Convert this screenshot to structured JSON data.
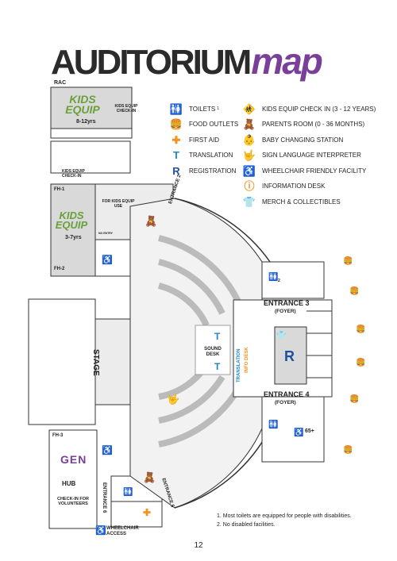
{
  "title": {
    "part1": "AUDITORIUM",
    "part2": "map"
  },
  "colors": {
    "purple": "#7a3f98",
    "blue": "#1f86c8",
    "orange": "#f39221",
    "green": "#6aa03a",
    "hall": "#d9d9d9",
    "seat": "#ececec"
  },
  "rooms": {
    "rac": "RAC",
    "kids_equip_top": "KIDS EQUIP",
    "age_top": "8-12yrs",
    "kids_checkin_top": "KIDS EQUIP CHECK-IN",
    "kids_checkin_mid": "KIDS EQUIP CHECK-IN",
    "fh1": "FH-1",
    "fh2": "FH-2",
    "kids_equip_mid": "KIDS EQUIP",
    "age_mid": "3-7yrs",
    "for_kids_equip": "FOR KIDS EQUIP USE",
    "no_entry": "NO ENTRY",
    "stage": "STAGE",
    "sound_desk": "SOUND DESK",
    "translation_info": "TRANSLATION",
    "info_desk_text": "INFO DESK",
    "fh3": "FH-3",
    "hub": "HUB",
    "hub_logo": "GEN",
    "checkin_volunteers": "CHECK-IN FOR VOLUNTEERS",
    "wheelchair_access": "WHEELCHAIR ACCESS",
    "sixty_five": "65+",
    "toilet_note": "2"
  },
  "entrances": {
    "e2": "ENTRANCE 2",
    "e3": "ENTRANCE 3",
    "e3_sub": "(FOYER)",
    "e4": "ENTRANCE 4",
    "e4_sub": "(FOYER)",
    "e5": "ENTRANCE 5",
    "e6": "ENTRANCE 6"
  },
  "legend": [
    {
      "icon": "toilet-icon",
      "glyph": "🚻",
      "label": "TOILETS",
      "sup": "1",
      "color": "#1f86c8"
    },
    {
      "icon": "burger-icon",
      "glyph": "🍔",
      "label": "FOOD OUTLETS",
      "color": "#555555"
    },
    {
      "icon": "first-aid-icon",
      "glyph": "✚",
      "label": "FIRST AID",
      "color": "#f39221"
    },
    {
      "icon": "translation-icon",
      "glyph": "T",
      "label": "TRANSLATION",
      "color": "#1f86c8"
    },
    {
      "icon": "registration-icon",
      "glyph": "R",
      "label": "REGISTRATION",
      "color": "#1f4f9c"
    },
    {
      "icon": "kids-checkin-icon",
      "glyph": "🚸",
      "label": "KIDS EQUIP CHECK IN (3 - 12 YEARS)",
      "color": "#555555"
    },
    {
      "icon": "parents-room-icon",
      "glyph": "🧸",
      "label": "PARENTS ROOM (0 - 36 MONTHS)",
      "color": "#f39221"
    },
    {
      "icon": "baby-change-icon",
      "glyph": "👶",
      "label": "BABY CHANGING STATION",
      "color": "#1f86c8"
    },
    {
      "icon": "sign-language-icon",
      "glyph": "🤟",
      "label": "SIGN LANGUAGE INTERPRETER",
      "color": "#1f4f9c"
    },
    {
      "icon": "wheelchair-icon",
      "glyph": "♿",
      "label": "WHEELCHAIR FRIENDLY FACILITY",
      "color": "#555555"
    },
    {
      "icon": "info-icon",
      "glyph": "ⓘ",
      "label": "INFORMATION DESK",
      "color": "#f39221"
    },
    {
      "icon": "merch-icon",
      "glyph": "👕",
      "label": "MERCH & COLLECTIBLES",
      "color": "#1f86c8"
    }
  ],
  "notes": [
    "1. Most toilets are equipped for people with disabilities.",
    "2. No disabled facilities."
  ],
  "page_number": "12"
}
